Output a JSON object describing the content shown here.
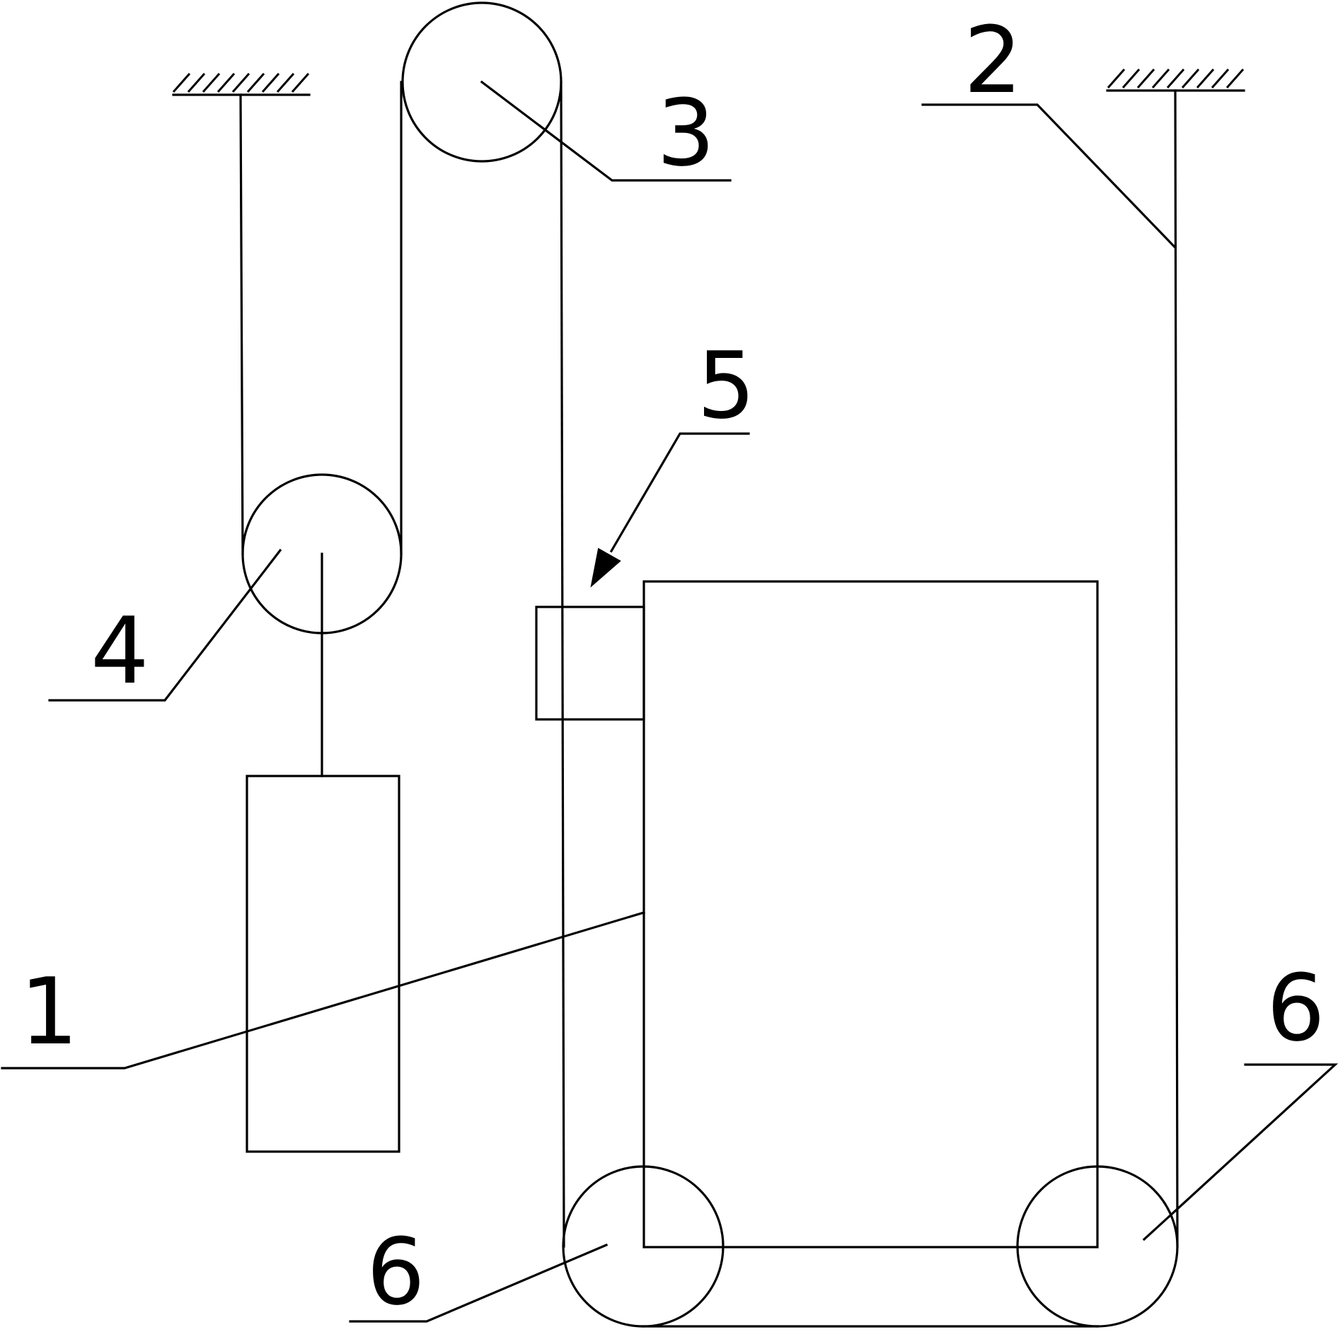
{
  "labels": {
    "car": "1",
    "rope": "2",
    "top_sheave": "3",
    "counterweight_sheave": "4",
    "part_5": "5",
    "bottom_sheave_left": "6",
    "bottom_sheave_right": "6"
  },
  "colors": {
    "stroke": "#000000",
    "background": "#ffffff"
  }
}
